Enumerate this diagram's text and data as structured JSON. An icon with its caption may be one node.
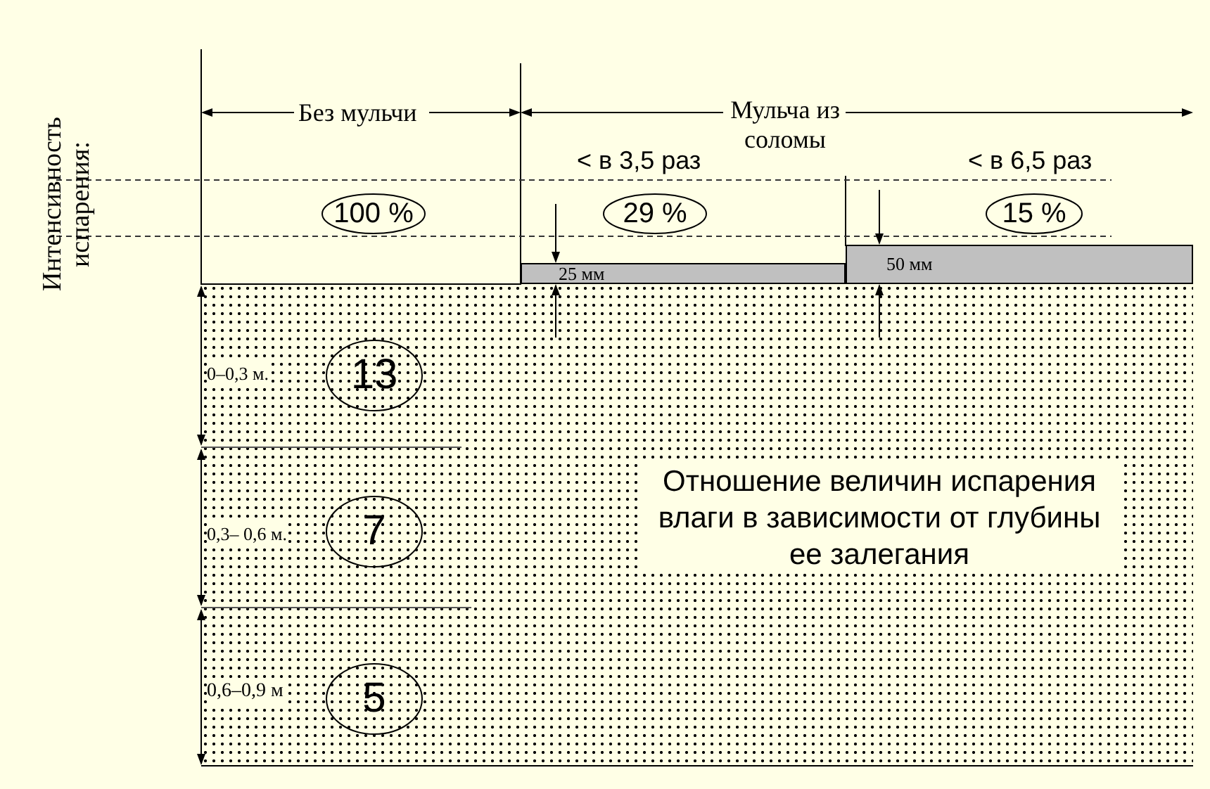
{
  "diagram": {
    "nodes": [
      {
        "text": [
          "100 %"
        ]
      },
      {
        "text": [
          "29 %"
        ],
        "beside": [
          "< в 3,5 раз"
        ]
      },
      {
        "text": [
          "15 %"
        ],
        "beside": [
          "< в 6,5 раз"
        ]
      },
      {
        "text": [
          "25 мм"
        ]
      },
      {
        "text": [
          "50 мм"
        ]
      },
      {
        "text": [
          "Отношение величин испарения влаги в зависимости от глубины ее залегания"
        ]
      },
      {
        "text": [
          "13"
        ],
        "in": 5,
        "beside": [
          "0–0,3 м."
        ]
      },
      {
        "text": [
          "7"
        ],
        "in": 5,
        "beside": [
          "0,3– 0,6 м."
        ]
      },
      {
        "text": [
          "5"
        ],
        "in": 5,
        "beside": [
          "0,6–0,9 м"
        ]
      }
    ],
    "labels": [
      "Интенсивность испарения:",
      "Без мульчи",
      "Мульча из соломы"
    ]
  }
}
